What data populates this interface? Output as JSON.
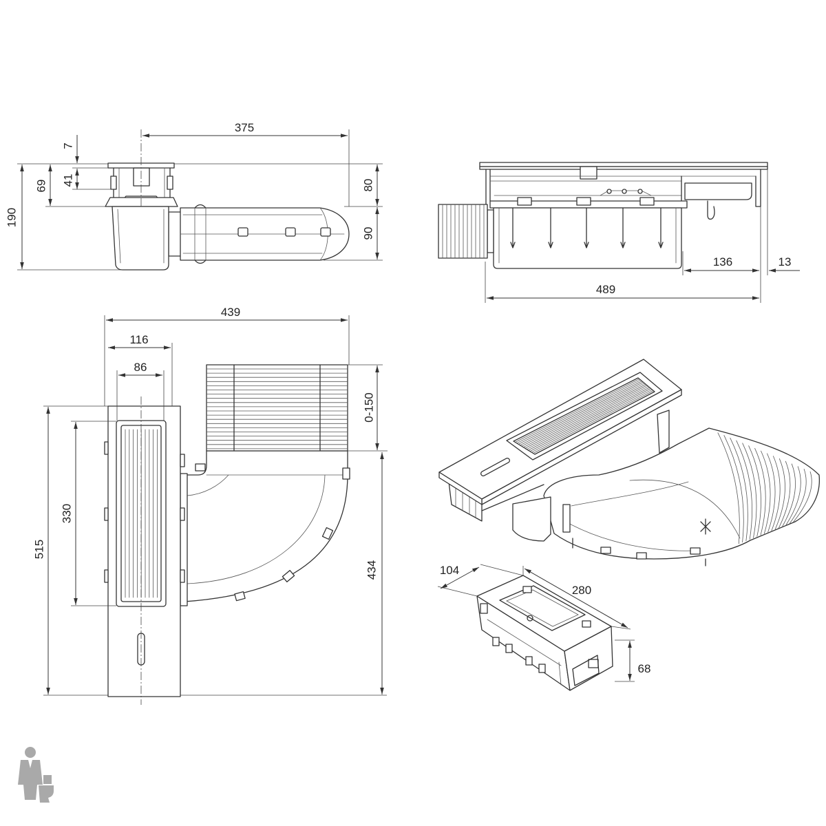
{
  "dimensions": {
    "side_length": "375",
    "plate_thickness": "7",
    "grate_depth": "41",
    "outlet_depth": "69",
    "total_height": "190",
    "outlet_center_height": "80",
    "pipe_height": "90",
    "front_width": "489",
    "right_offset": "136",
    "edge_offset": "13",
    "plan_width": "439",
    "channel_width": "116",
    "grate_width": "86",
    "adjustable_range": "0-150",
    "grate_length": "330",
    "channel_length": "515",
    "outlet_length": "434",
    "module_depth": "104",
    "module_length": "280",
    "module_height": "68"
  },
  "colors": {
    "line": "#333333",
    "background": "#ffffff",
    "logo": "#a9a9a9"
  },
  "icons": {
    "logo": "plumber-logo-icon"
  }
}
